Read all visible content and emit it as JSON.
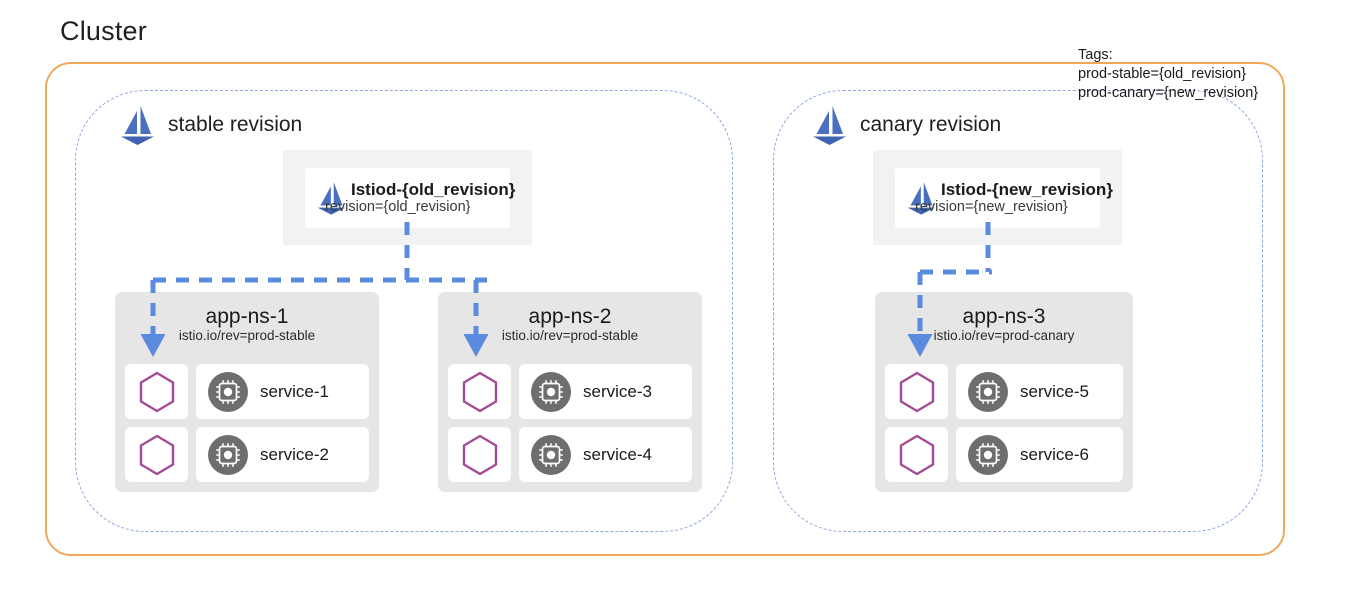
{
  "diagram": {
    "title": "Cluster",
    "colors": {
      "cluster_border": "#f0a95c",
      "revision_border": "#8da5de",
      "arrow": "#5b8bdf",
      "namespace_bg": "#e6e6e6",
      "istiod_outer_bg": "#f2f2f2",
      "card_bg": "#ffffff",
      "proxy_hexagon": "#a44b96",
      "service_circle": "#6e6e6e",
      "istio_logo": "#4a6fbe"
    },
    "tags_note": {
      "heading": "Tags:",
      "lines": [
        "prod-stable={old_revision}",
        "prod-canary={new_revision}"
      ]
    },
    "revisions": [
      {
        "id": "stable",
        "label": "stable revision",
        "logo_icon": "istio-sailboat-icon",
        "istiod": {
          "name": "Istiod-{old_revision}",
          "revision_label": "revision={old_revision}",
          "logo_icon": "istio-sailboat-icon"
        },
        "namespaces": [
          {
            "name": "app-ns-1",
            "label": "istio.io/rev=prod-stable",
            "workloads": [
              {
                "proxy_icon": "envoy-proxy-hexagon-icon",
                "service_icon": "service-chip-icon",
                "service": "service-1"
              },
              {
                "proxy_icon": "envoy-proxy-hexagon-icon",
                "service_icon": "service-chip-icon",
                "service": "service-2"
              }
            ]
          },
          {
            "name": "app-ns-2",
            "label": "istio.io/rev=prod-stable",
            "workloads": [
              {
                "proxy_icon": "envoy-proxy-hexagon-icon",
                "service_icon": "service-chip-icon",
                "service": "service-3"
              },
              {
                "proxy_icon": "envoy-proxy-hexagon-icon",
                "service_icon": "service-chip-icon",
                "service": "service-4"
              }
            ]
          }
        ]
      },
      {
        "id": "canary",
        "label": "canary revision",
        "logo_icon": "istio-sailboat-icon",
        "istiod": {
          "name": "Istiod-{new_revision}",
          "revision_label": "revision={new_revision}",
          "logo_icon": "istio-sailboat-icon"
        },
        "namespaces": [
          {
            "name": "app-ns-3",
            "label": "istio.io/rev=prod-canary",
            "workloads": [
              {
                "proxy_icon": "envoy-proxy-hexagon-icon",
                "service_icon": "service-chip-icon",
                "service": "service-5"
              },
              {
                "proxy_icon": "envoy-proxy-hexagon-icon",
                "service_icon": "service-chip-icon",
                "service": "service-6"
              }
            ]
          }
        ]
      }
    ]
  }
}
